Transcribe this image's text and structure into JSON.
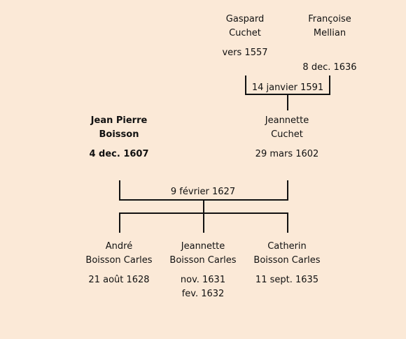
{
  "persons": {
    "gaspard": {
      "name": [
        "Gaspard",
        "Cuchet"
      ],
      "date": "vers 1557"
    },
    "francoise": {
      "name": [
        "Françoise",
        "Mellian"
      ],
      "date": "8 dec. 1636"
    },
    "jeanpierre": {
      "name": [
        "Jean Pierre",
        "Boisson"
      ],
      "date": "4 dec. 1607"
    },
    "jeannette": {
      "name": [
        "Jeannette",
        "Cuchet"
      ],
      "date": "29 mars 1602"
    },
    "andre": {
      "name": [
        "André",
        "Boisson Carles"
      ],
      "date": "21 août 1628"
    },
    "jeannette2": {
      "name": [
        "Jeannette",
        "Boisson Carles"
      ],
      "date": "nov. 1631",
      "date2": "fev. 1632"
    },
    "catherin": {
      "name": [
        "Catherin",
        "Boisson Carles"
      ],
      "date": "11 sept. 1635"
    }
  },
  "marriages": {
    "m1": "14 janvier 1591",
    "m2": "9 février 1627"
  },
  "colors": {
    "background": "#fbe9d7",
    "line": "#111111"
  }
}
